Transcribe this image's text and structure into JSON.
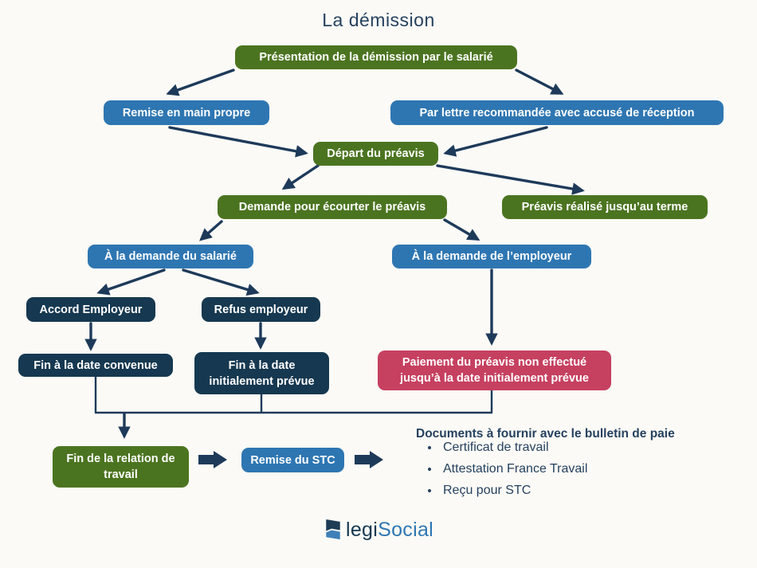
{
  "title": "La démission",
  "nodes": {
    "presentation": {
      "label": "Présentation de la démission par le salarié"
    },
    "remise_main_propre": {
      "label": "Remise en main propre"
    },
    "lettre_recommandee": {
      "label": "Par lettre recommandée avec accusé de réception"
    },
    "depart_preavis": {
      "label": "Départ du préavis"
    },
    "demande_ecourter": {
      "label": "Demande pour écourter le préavis"
    },
    "preavis_realise": {
      "label": "Préavis réalisé jusqu’au terme"
    },
    "demande_salarie": {
      "label": "À la demande du salarié"
    },
    "demande_employeur": {
      "label": "À la demande  de l’employeur"
    },
    "accord_employeur": {
      "label": "Accord Employeur"
    },
    "refus_employeur": {
      "label": "Refus employeur"
    },
    "fin_date_convenue": {
      "label": "Fin à la date convenue"
    },
    "fin_date_initiale": {
      "label": "Fin à la date\ninitialement prévue"
    },
    "paiement_non_effectue": {
      "label": "Paiement du préavis non effectué\njusqu’à la date initialement prévue"
    },
    "fin_relation": {
      "label": "Fin de la relation de\ntravail"
    },
    "remise_stc": {
      "label": "Remise du STC"
    }
  },
  "documents": {
    "heading": "Documents à fournir avec le bulletin de paie",
    "items": [
      "Certificat de travail",
      "Attestation France Travail",
      "Reçu pour STC"
    ]
  },
  "logo": {
    "part1": "legi",
    "part2": "Social"
  },
  "colors": {
    "bg": "#fbfaf6",
    "green": "#4b7420",
    "blue": "#2e76b2",
    "navy": "#163850",
    "red": "#c64060",
    "arrow": "#1e3a5a",
    "text": "#26415f"
  }
}
